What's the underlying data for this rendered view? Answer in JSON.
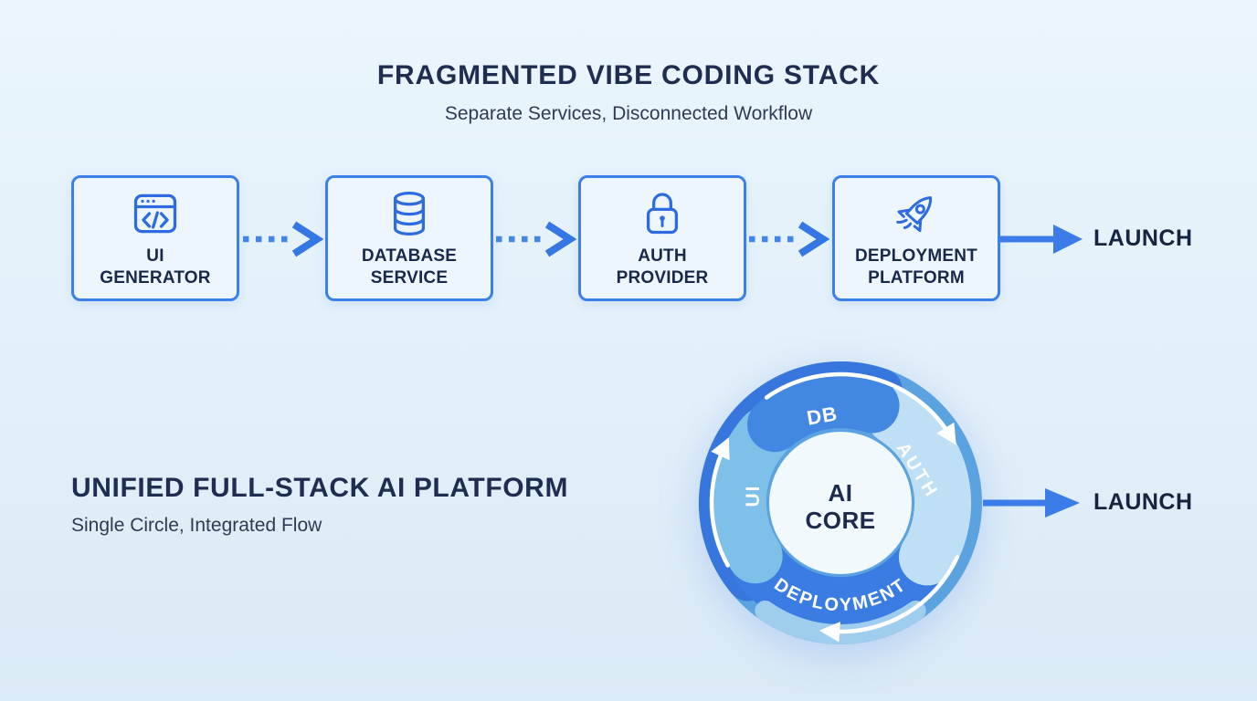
{
  "colors": {
    "background": "#e6f2fa",
    "heading_navy": "#1e2d50",
    "subtitle_gray_blue": "#2e3b55",
    "box_border_blue": "#3b7fe8",
    "box_fill": "#edf6fd",
    "icon_blue": "#2e6be0",
    "dotted_arrow_blue": "#4486e8",
    "solid_arrow_blue": "#3b7ce8",
    "ring_base_blue": "#5aa3e0",
    "ring_dark_blue": "#3776dd",
    "ring_medium_blue": "#4288e2",
    "ring_light_blue": "#bedff4",
    "ring_soft_blue": "#7fc0e8",
    "ring_pale_band": "#9fcdee",
    "core_fill": "#f2f9fd",
    "flow_arrow_white": "#ffffff"
  },
  "fragmented": {
    "title": "FRAGMENTED VIBE CODING STACK",
    "subtitle": "Separate Services, Disconnected Workflow",
    "launch_label": "LAUNCH",
    "boxes": [
      {
        "icon": "browser-code-icon",
        "line1": "UI",
        "line2": "GENERATOR"
      },
      {
        "icon": "database-icon",
        "line1": "DATABASE",
        "line2": "SERVICE"
      },
      {
        "icon": "lock-icon",
        "line1": "AUTH",
        "line2": "PROVIDER"
      },
      {
        "icon": "rocket-icon",
        "line1": "DEPLOYMENT",
        "line2": "PLATFORM"
      }
    ]
  },
  "unified": {
    "title": "UNIFIED FULL-STACK AI PLATFORM",
    "subtitle": "Single Circle, Integrated Flow",
    "launch_label": "LAUNCH",
    "core": {
      "line1": "AI",
      "line2": "CORE"
    },
    "segments": {
      "db": "DB",
      "auth": "AUTH",
      "ui": "UI",
      "deployment": "DEPLOYMENT"
    }
  }
}
